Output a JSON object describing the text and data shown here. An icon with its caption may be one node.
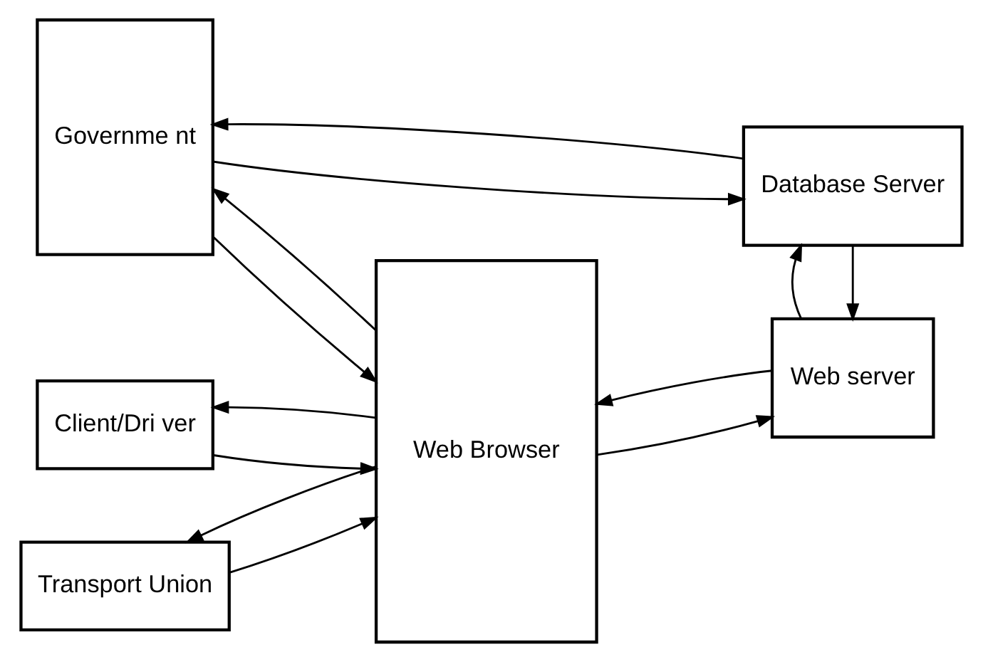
{
  "diagram": {
    "nodes": [
      {
        "text": [
          "Client/Dri ver"
        ]
      },
      {
        "text": [
          "Transport Union"
        ]
      },
      {
        "text": [
          "Governme nt"
        ]
      },
      {
        "text": [
          "Web Browser"
        ]
      },
      {
        "text": [
          "Web server"
        ]
      },
      {
        "text": [
          "Database Server"
        ]
      }
    ],
    "edges": [
      {
        "from": 0,
        "to": 3,
        "arrow": "to"
      },
      {
        "from": 3,
        "to": 0,
        "arrow": "to"
      },
      {
        "from": 1,
        "to": 3,
        "arrow": "to"
      },
      {
        "from": 3,
        "to": 1,
        "arrow": "to"
      },
      {
        "from": 3,
        "to": 2,
        "arrow": "to"
      },
      {
        "from": 2,
        "to": 3,
        "arrow": "to"
      },
      {
        "from": 3,
        "to": 4,
        "arrow": "to"
      },
      {
        "from": 4,
        "to": 3,
        "arrow": "to"
      },
      {
        "from": 5,
        "to": 4,
        "arrow": "to"
      },
      {
        "from": 4,
        "to": 5,
        "arrow": "to"
      },
      {
        "from": 5,
        "to": 2,
        "arrow": "to"
      },
      {
        "from": 2,
        "to": 5,
        "arrow": "to"
      }
    ]
  }
}
